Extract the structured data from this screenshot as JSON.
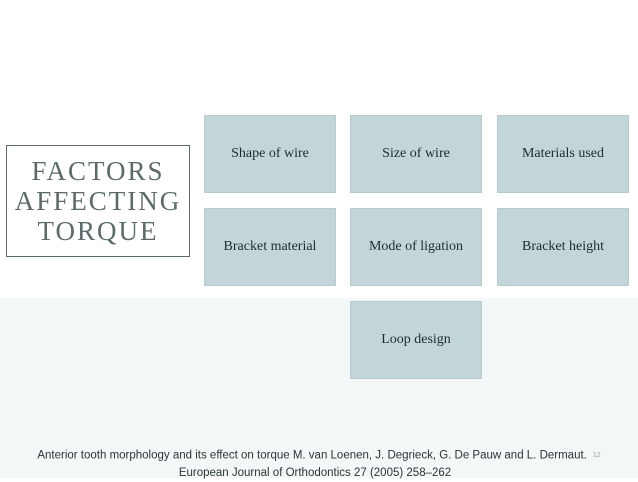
{
  "title": {
    "line1": "FACTORS",
    "line2": "AFFECTING",
    "line3": "TORQUE"
  },
  "factors": [
    "Shape of wire",
    "Size of wire",
    "Materials used",
    "Bracket material",
    "Mode of ligation",
    "Bracket height",
    "Loop design"
  ],
  "citation": {
    "line1": "Anterior tooth morphology and its effect on torque M. van Loenen, J. Degrieck, G. De Pauw and L. Dermaut.",
    "line2": "European Journal of Orthodontics 27 (2005) 258–262"
  },
  "page_number": "12"
}
